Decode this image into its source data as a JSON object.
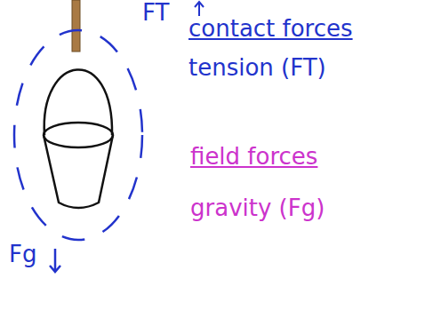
{
  "diagram": {
    "labels": [
      "FT",
      "contact forces",
      "tension (FT)",
      "field forces",
      "gravity (Fg)",
      "Fg"
    ]
  }
}
